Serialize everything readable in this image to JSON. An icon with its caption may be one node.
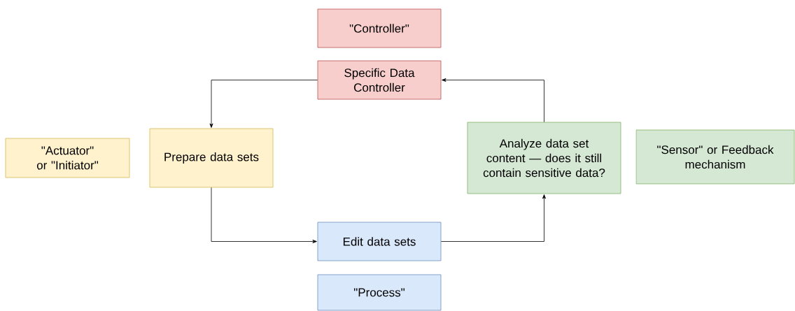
{
  "diagram": {
    "nodes": [
      {
        "text": [
          "\"Controller\""
        ]
      },
      {
        "text": [
          "Specific Data Controller"
        ]
      },
      {
        "text": [
          "\"Actuator\" or \"Initiator\""
        ]
      },
      {
        "text": [
          "Prepare data sets"
        ]
      },
      {
        "text": [
          "Analyze data set content — does it still contain sensitive data?"
        ]
      },
      {
        "text": [
          "\"Sensor\" or Feedback mechanism"
        ]
      },
      {
        "text": [
          "Edit data sets"
        ]
      },
      {
        "text": [
          "\"Process\""
        ]
      }
    ],
    "edges": [
      {
        "from": 1,
        "to": 3,
        "arrow": "to"
      },
      {
        "from": 3,
        "to": 6,
        "arrow": "to"
      },
      {
        "from": 6,
        "to": 4,
        "arrow": "to"
      },
      {
        "from": 4,
        "to": 1,
        "arrow": "to"
      }
    ]
  }
}
